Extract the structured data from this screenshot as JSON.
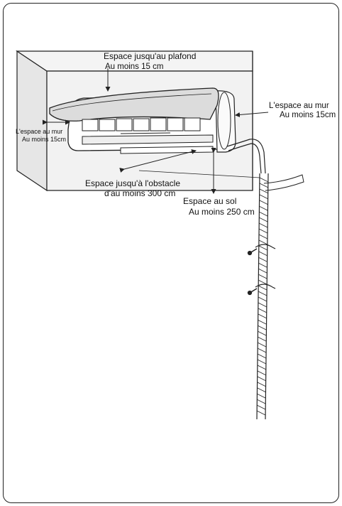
{
  "labels": {
    "ceiling_title": "Espace jusqu'au plafond",
    "ceiling_value": "Au moins 15 cm",
    "right_wall_title": "L'espace au mur",
    "right_wall_value": "Au moins 15cm",
    "left_wall_title": "L'espace au mur",
    "left_wall_value": "Au moins 15cm",
    "obstacle_title": "Espace jusqu'à l'obstacle",
    "obstacle_value": "d'au moins 300 cm",
    "floor_title": "Espace au sol",
    "floor_value": "Au moins 250 cm"
  },
  "colors": {
    "line": "#222222",
    "wall_fill": "#f2f2f2",
    "unit_fill": "#ffffff",
    "panel_shade": "#dcdcdc"
  }
}
